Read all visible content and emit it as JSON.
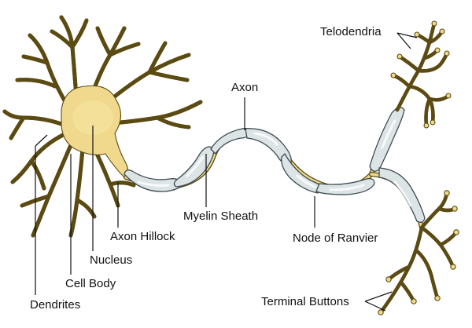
{
  "colors": {
    "neuron": "#f0d98c",
    "outline": "#5b4a12",
    "myelin": "#dde4e6",
    "myelin_outline": "#3d4a4f",
    "label": "#111111"
  },
  "labels": {
    "telodendria": "Telodendria",
    "axon": "Axon",
    "myelin_sheath": "Myelin Sheath",
    "axon_hillock": "Axon Hillock",
    "nucleus": "Nucleus",
    "cell_body": "Cell Body",
    "dendrites": "Dendrites",
    "node_of_ranvier": "Node of Ranvier",
    "terminal_buttons": "Terminal Buttons"
  }
}
